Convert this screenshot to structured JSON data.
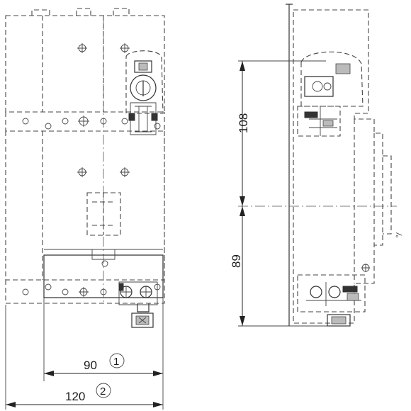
{
  "front_view": {
    "dim_inner": {
      "value": "90",
      "ref": "1"
    },
    "dim_outer": {
      "value": "120",
      "ref": "2"
    }
  },
  "side_view": {
    "dim_upper": {
      "value": "108"
    },
    "dim_lower": {
      "value": "89"
    },
    "symbol": "°/"
  }
}
